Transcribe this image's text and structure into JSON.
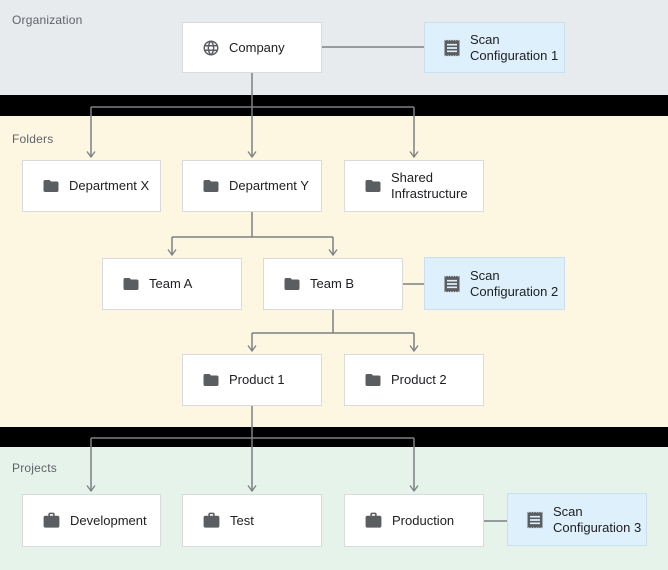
{
  "sections": {
    "organization": {
      "label": "Organization"
    },
    "folders": {
      "label": "Folders"
    },
    "projects": {
      "label": "Projects"
    }
  },
  "nodes": {
    "company": {
      "label": "Company",
      "icon": "globe-icon"
    },
    "scan_config_1": {
      "label": "Scan Configuration 1",
      "icon": "receipt-icon"
    },
    "department_x": {
      "label": "Department X",
      "icon": "folder-icon"
    },
    "department_y": {
      "label": "Department Y",
      "icon": "folder-icon"
    },
    "shared_infrastructure": {
      "label": "Shared Infrastructure",
      "icon": "folder-icon"
    },
    "team_a": {
      "label": "Team A",
      "icon": "folder-icon"
    },
    "team_b": {
      "label": "Team B",
      "icon": "folder-icon"
    },
    "scan_config_2": {
      "label": "Scan Configuration 2",
      "icon": "receipt-icon"
    },
    "product_1": {
      "label": "Product 1",
      "icon": "folder-icon"
    },
    "product_2": {
      "label": "Product 2",
      "icon": "folder-icon"
    },
    "development": {
      "label": "Development",
      "icon": "briefcase-icon"
    },
    "test": {
      "label": "Test",
      "icon": "briefcase-icon"
    },
    "production": {
      "label": "Production",
      "icon": "briefcase-icon"
    },
    "scan_config_3": {
      "label": "Scan Configuration 3",
      "icon": "receipt-icon"
    }
  },
  "colors": {
    "organization_bg": "#e8ebee",
    "folders_bg": "#fdf7e2",
    "projects_bg": "#e5f3ea",
    "divider": "#000000",
    "node_bg": "#ffffff",
    "node_border": "#d9dadc",
    "scan_bg": "#def0fb",
    "scan_border": "#c9dff0",
    "connector": "#7d8084",
    "icon": "#5b5e61",
    "text": "#202124",
    "section_label": "#5f6368"
  }
}
